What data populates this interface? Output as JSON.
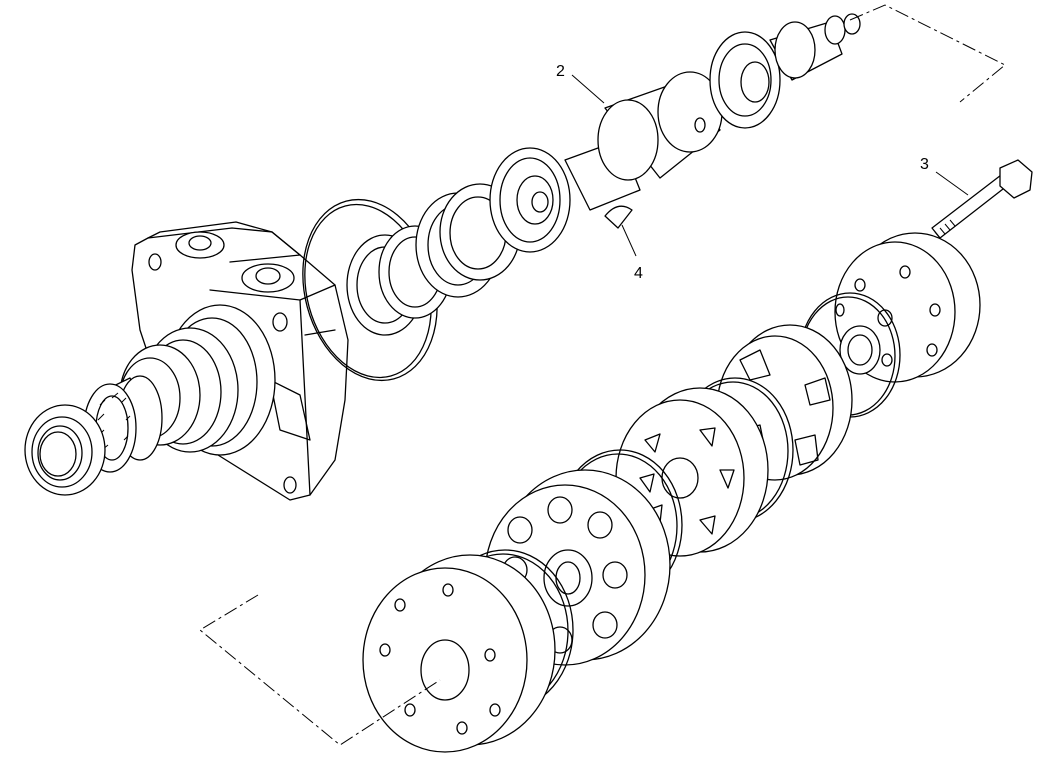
{
  "diagram": {
    "callouts": [
      {
        "id": "2",
        "label": "2"
      },
      {
        "id": "3",
        "label": "3"
      },
      {
        "id": "4",
        "label": "4"
      }
    ]
  }
}
